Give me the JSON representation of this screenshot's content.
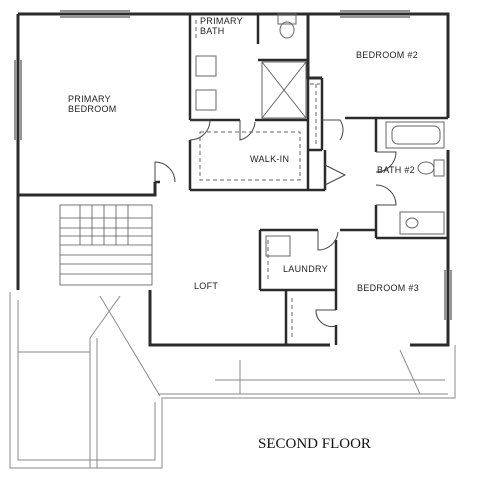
{
  "plan": {
    "title": "SECOND FLOOR",
    "rooms": {
      "primary_bath": [
        "PRIMARY",
        "BATH"
      ],
      "bedroom_2": "BEDROOM #2",
      "primary_bedroom": [
        "PRIMARY",
        "BEDROOM"
      ],
      "walk_in": "WALK-IN",
      "bath_2": "BATH #2",
      "loft": "LOFT",
      "laundry": "LAUNDRY",
      "bedroom_3": "BEDROOM #3"
    },
    "colors": {
      "wall": "#2b2b2b",
      "fixture": "#666666",
      "roof": "#8a8a8a"
    }
  }
}
